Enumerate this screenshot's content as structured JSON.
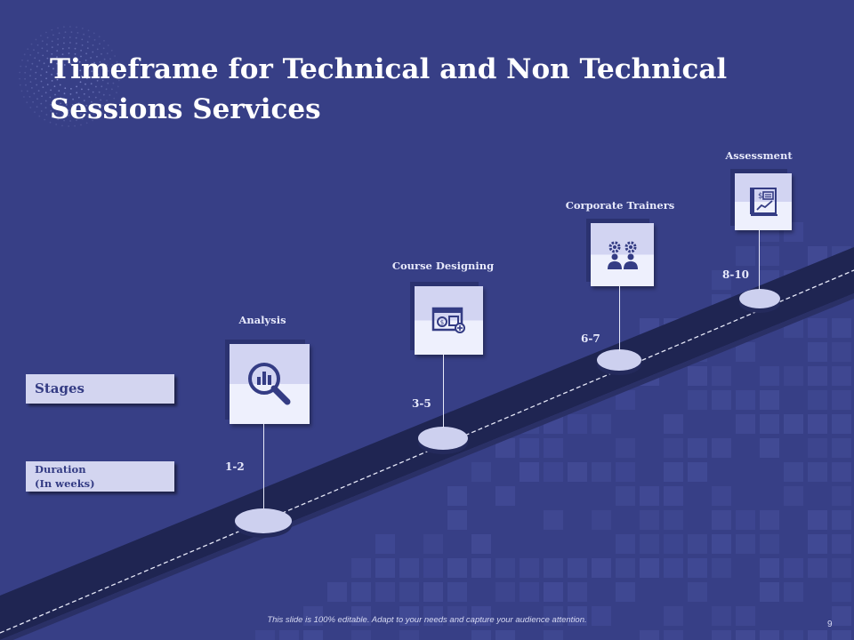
{
  "slide": {
    "title": "Timeframe for Technical and Non Technical Sessions Services",
    "stages_label": "Stages",
    "duration_label_line1": "Duration",
    "duration_label_line2": "(In weeks)",
    "footer": "This slide is 100% editable. Adapt to your needs and capture your audience attention.",
    "page_number": "9"
  },
  "milestones": [
    {
      "stage": "Analysis",
      "duration": "1-2",
      "icon": "magnifier-chart-icon"
    },
    {
      "stage": "Course Designing",
      "duration": "3-5",
      "icon": "browser-money-icon"
    },
    {
      "stage": "Corporate Trainers",
      "duration": "6-7",
      "icon": "team-gears-icon"
    },
    {
      "stage": "Assessment",
      "duration": "8-10",
      "icon": "report-chart-icon"
    }
  ],
  "colors": {
    "background": "#373f86",
    "road": "#1f2552",
    "label_box": "#d3d5f0",
    "disc": "#cdd0ef",
    "text_light": "#e7e9fb",
    "icon_dark": "#343c84"
  }
}
